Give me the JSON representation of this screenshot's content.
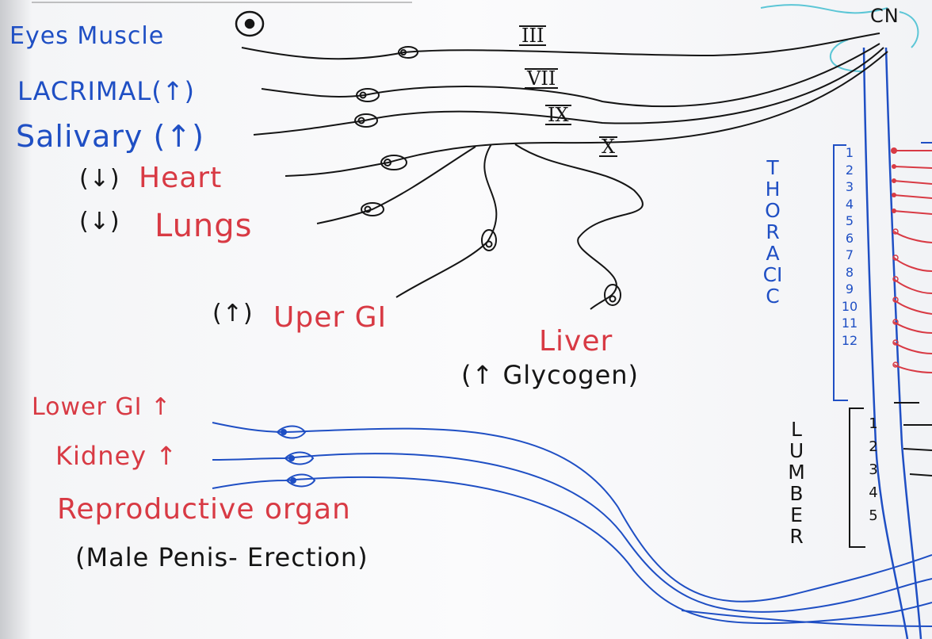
{
  "cn_label": "CN",
  "labels": {
    "eyes_muscle": "Eyes Muscle",
    "lacrimal": "LACRIMAL(↑)",
    "salivary": "Salivary (↑)",
    "heart_arrow": "(↓)",
    "heart": "Heart",
    "lungs_arrow": "(↓)",
    "lungs": "Lungs",
    "upper_gi_arrow": "(↑)",
    "upper_gi": "Uper GI",
    "liver": "Liver",
    "glycogen": "(↑ Glycogen)",
    "lower_gi": "Lower GI ↑",
    "kidney": "Kidney ↑",
    "reproductive": "Reproductive organ",
    "erection": "(Male Penis- Erection)"
  },
  "cranial_nerves": [
    "III",
    "VII",
    "IX",
    "X"
  ],
  "thoracic": {
    "label": "THORACIC",
    "numbers": [
      "1",
      "2",
      "3",
      "4",
      "5",
      "6",
      "7",
      "8",
      "9",
      "10",
      "11",
      "12"
    ]
  },
  "lumbar": {
    "label": "LUMBER",
    "numbers": [
      "1",
      "2",
      "3",
      "4",
      "5"
    ]
  },
  "colors": {
    "blue_marker": "#1f4fc4",
    "red_marker": "#d83a44",
    "black_marker": "#151515",
    "cyan_marker": "#5cc6d6"
  },
  "icons": [
    "eye-icon",
    "ganglion-icon"
  ]
}
